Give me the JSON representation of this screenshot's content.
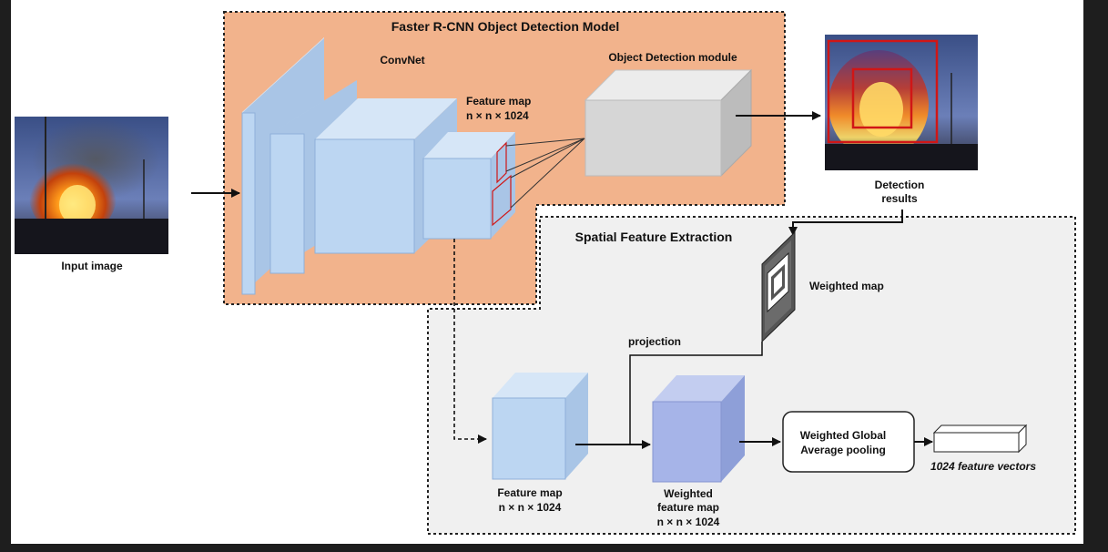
{
  "diagram": {
    "top_box_title": "Faster R-CNN Object Detection Model",
    "convnet_label": "ConvNet",
    "feature_map_label": "Feature map",
    "feature_map_dims": "n × n × 1024",
    "detection_module_label": "Object Detection module",
    "detection_results_line1": "Detection",
    "detection_results_line2": "results",
    "input_image_label": "Input image",
    "bottom_box_title": "Spatial Feature Extraction",
    "weighted_map_label": "Weighted map",
    "projection_label": "projection",
    "bottom_feature_map_label": "Feature map",
    "bottom_feature_map_dims": "n × n × 1024",
    "weighted_feature_map_line1": "Weighted",
    "weighted_feature_map_line2": "feature map",
    "weighted_feature_map_dims": "n × n × 1024",
    "pooling_line1": "Weighted Global",
    "pooling_line2": "Average pooling",
    "vectors_label": "1024 feature vectors"
  },
  "colors": {
    "top_box_fill": "#f2b38c",
    "bottom_box_fill": "#f0f0f0",
    "blue_block": "#bcd6f2",
    "gray_block": "#d6d6d6",
    "bbox_red": "#d01616"
  }
}
